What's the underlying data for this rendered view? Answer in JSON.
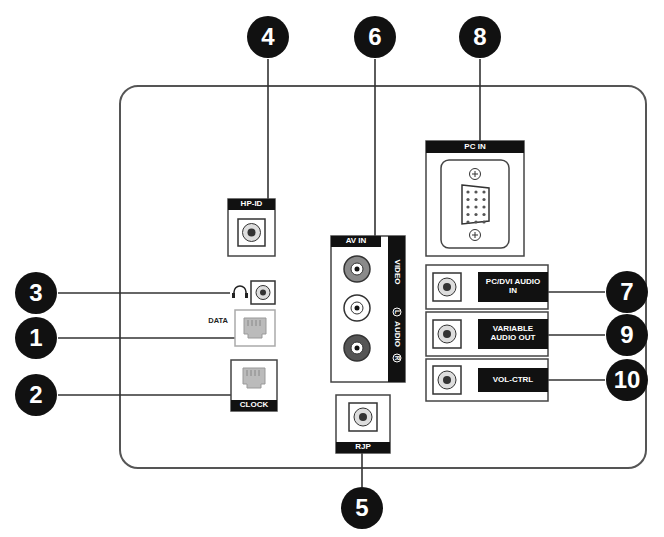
{
  "diagram": {
    "nodes": [
      {
        "text": [
          "4"
        ]
      },
      {
        "text": [
          "6"
        ]
      },
      {
        "text": [
          "8"
        ]
      },
      {
        "text": [
          "3"
        ]
      },
      {
        "text": [
          "7"
        ]
      },
      {
        "text": [
          "1"
        ]
      },
      {
        "text": [
          "9"
        ]
      },
      {
        "text": [
          "2"
        ]
      },
      {
        "text": [
          "10"
        ]
      },
      {
        "text": [
          "5"
        ]
      }
    ],
    "labels": [
      "HP-ID",
      "AV IN",
      "VIDEO",
      "L",
      "AUDIO",
      "R",
      "PC IN",
      "DATA",
      "PC/DVI AUDIO IN",
      "VARIABLE AUDIO OUT",
      "CLOCK",
      "VOL-CTRL",
      "RJP"
    ]
  }
}
